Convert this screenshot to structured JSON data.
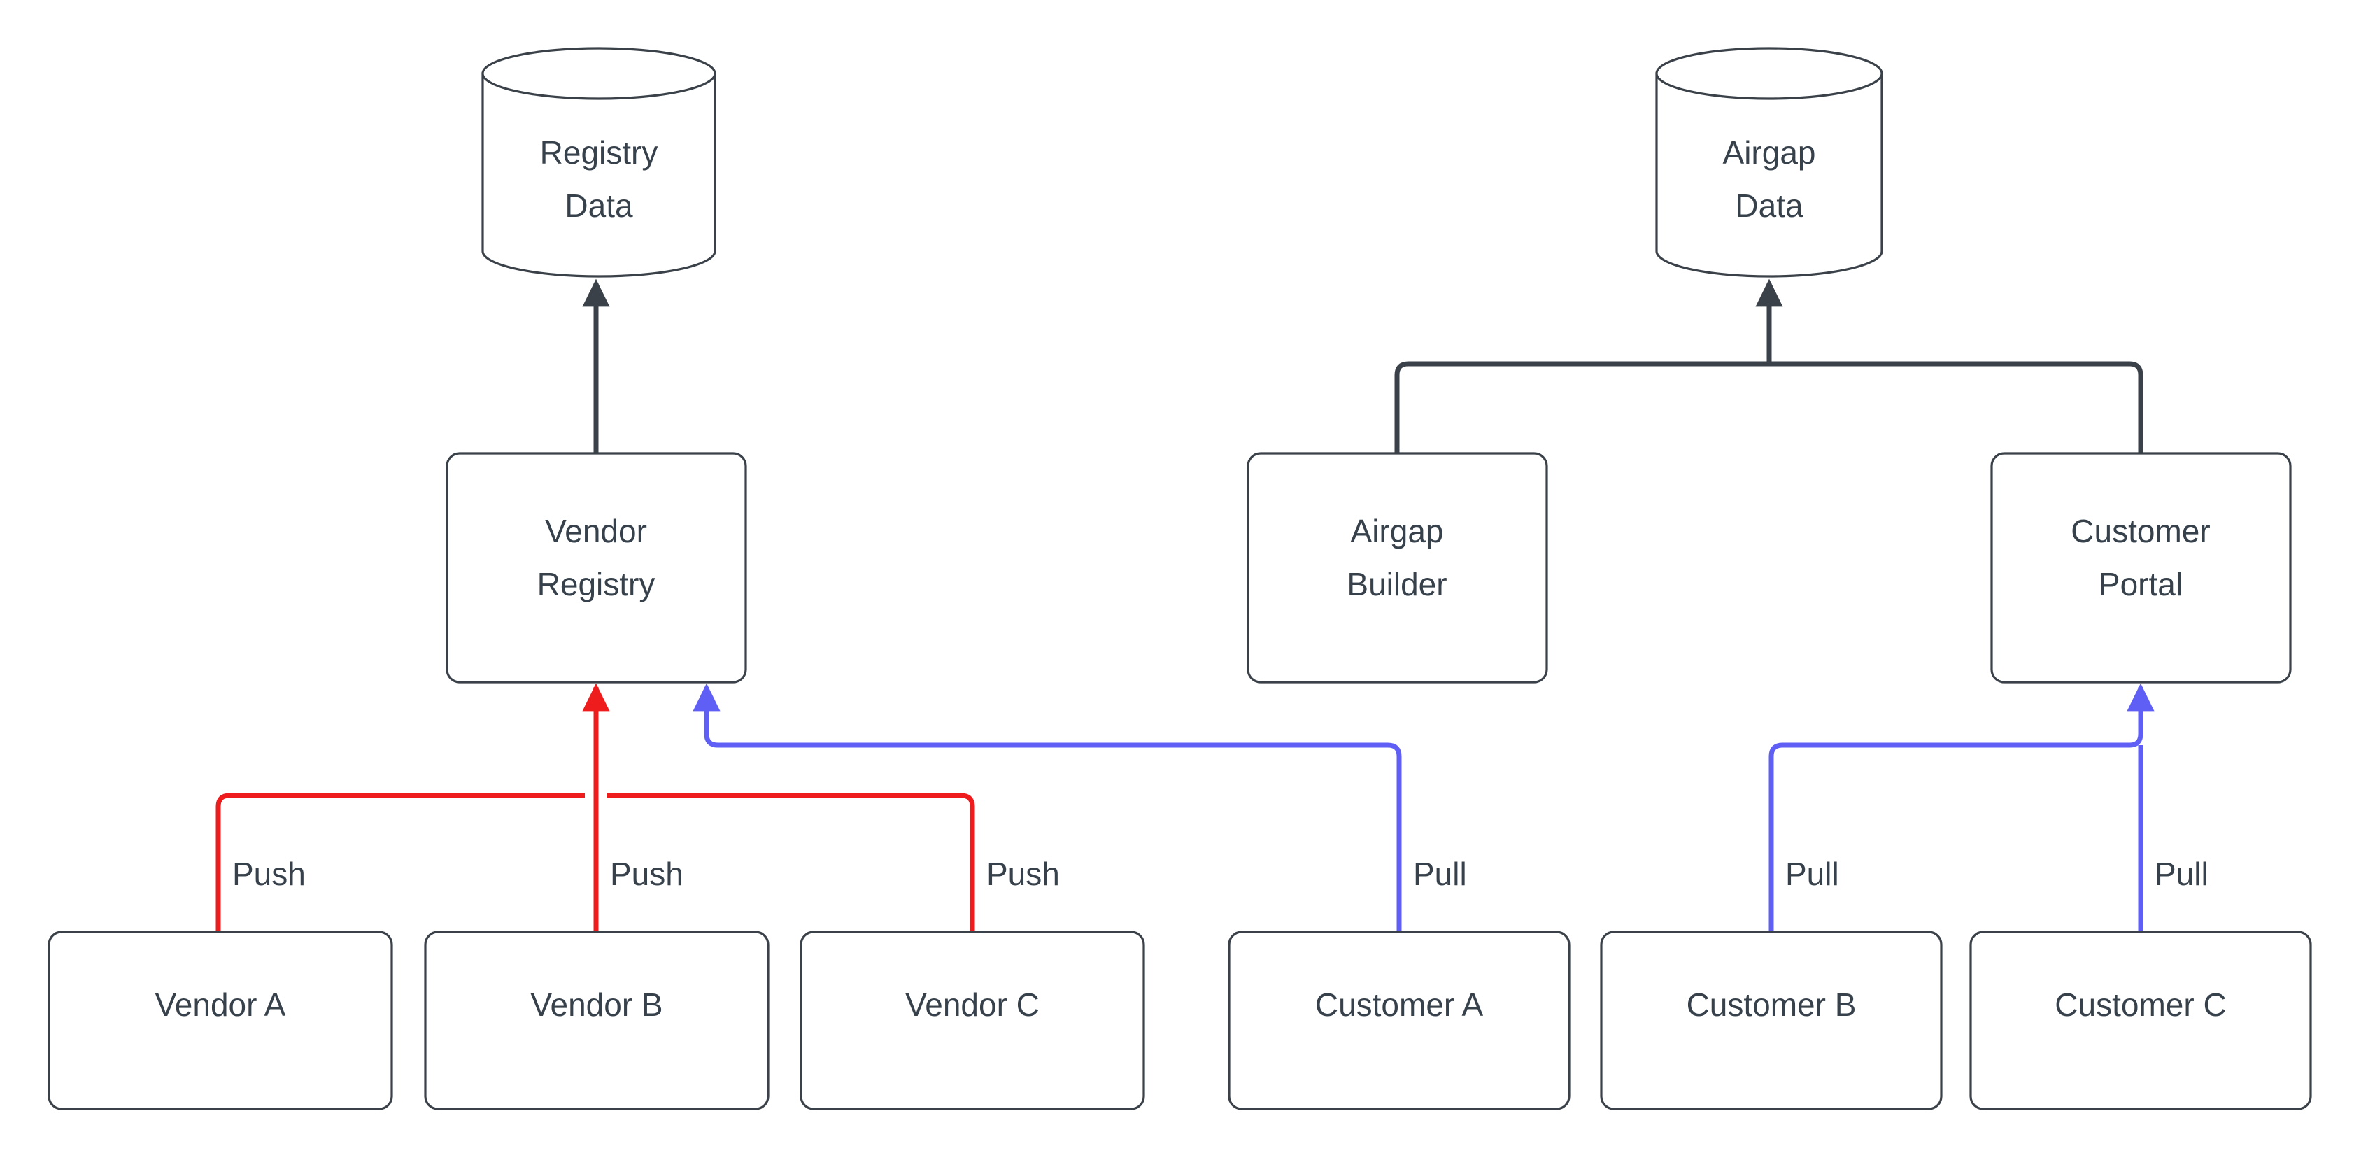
{
  "diagram": {
    "type": "flow-diagram",
    "background_color": "#ffffff",
    "colors": {
      "node_stroke": "#3a4149",
      "node_fill": "#ffffff",
      "text": "#37414b",
      "push_edge": "#ee1c1c",
      "pull_edge": "#5f5ff5",
      "default_edge": "#3a4149"
    },
    "datastores": [
      {
        "id": "registry-data",
        "shape": "cylinder",
        "line1": "Registry",
        "line2": "Data"
      },
      {
        "id": "airgap-data",
        "shape": "cylinder",
        "line1": "Airgap",
        "line2": "Data"
      }
    ],
    "services": [
      {
        "id": "vendor-registry",
        "shape": "rounded-rect",
        "line1": "Vendor",
        "line2": "Registry"
      },
      {
        "id": "airgap-builder",
        "shape": "rounded-rect",
        "line1": "Airgap",
        "line2": "Builder"
      },
      {
        "id": "customer-portal",
        "shape": "rounded-rect",
        "line1": "Customer",
        "line2": "Portal"
      }
    ],
    "actors": [
      {
        "id": "vendor-a",
        "label": "Vendor A"
      },
      {
        "id": "vendor-b",
        "label": "Vendor B"
      },
      {
        "id": "vendor-c",
        "label": "Vendor C"
      },
      {
        "id": "customer-a",
        "label": "Customer A"
      },
      {
        "id": "customer-b",
        "label": "Customer B"
      },
      {
        "id": "customer-c",
        "label": "Customer C"
      }
    ],
    "edge_labels": {
      "push_a": "Push",
      "push_b": "Push",
      "push_c": "Push",
      "pull_a": "Pull",
      "pull_b": "Pull",
      "pull_c": "Pull"
    },
    "edges": [
      {
        "from": "vendor-registry",
        "to": "registry-data",
        "label": "",
        "color": "#3a4149"
      },
      {
        "from": "airgap-builder",
        "to": "airgap-data",
        "label": "",
        "color": "#3a4149"
      },
      {
        "from": "customer-portal",
        "to": "airgap-data",
        "label": "",
        "color": "#3a4149"
      },
      {
        "from": "vendor-a",
        "to": "vendor-registry",
        "label": "Push",
        "color": "#ee1c1c"
      },
      {
        "from": "vendor-b",
        "to": "vendor-registry",
        "label": "Push",
        "color": "#ee1c1c"
      },
      {
        "from": "vendor-c",
        "to": "vendor-registry",
        "label": "Push",
        "color": "#ee1c1c"
      },
      {
        "from": "customer-a",
        "to": "vendor-registry",
        "label": "Pull",
        "color": "#5f5ff5"
      },
      {
        "from": "customer-b",
        "to": "customer-portal",
        "label": "Pull",
        "color": "#5f5ff5"
      },
      {
        "from": "customer-c",
        "to": "customer-portal",
        "label": "Pull",
        "color": "#5f5ff5"
      }
    ]
  }
}
